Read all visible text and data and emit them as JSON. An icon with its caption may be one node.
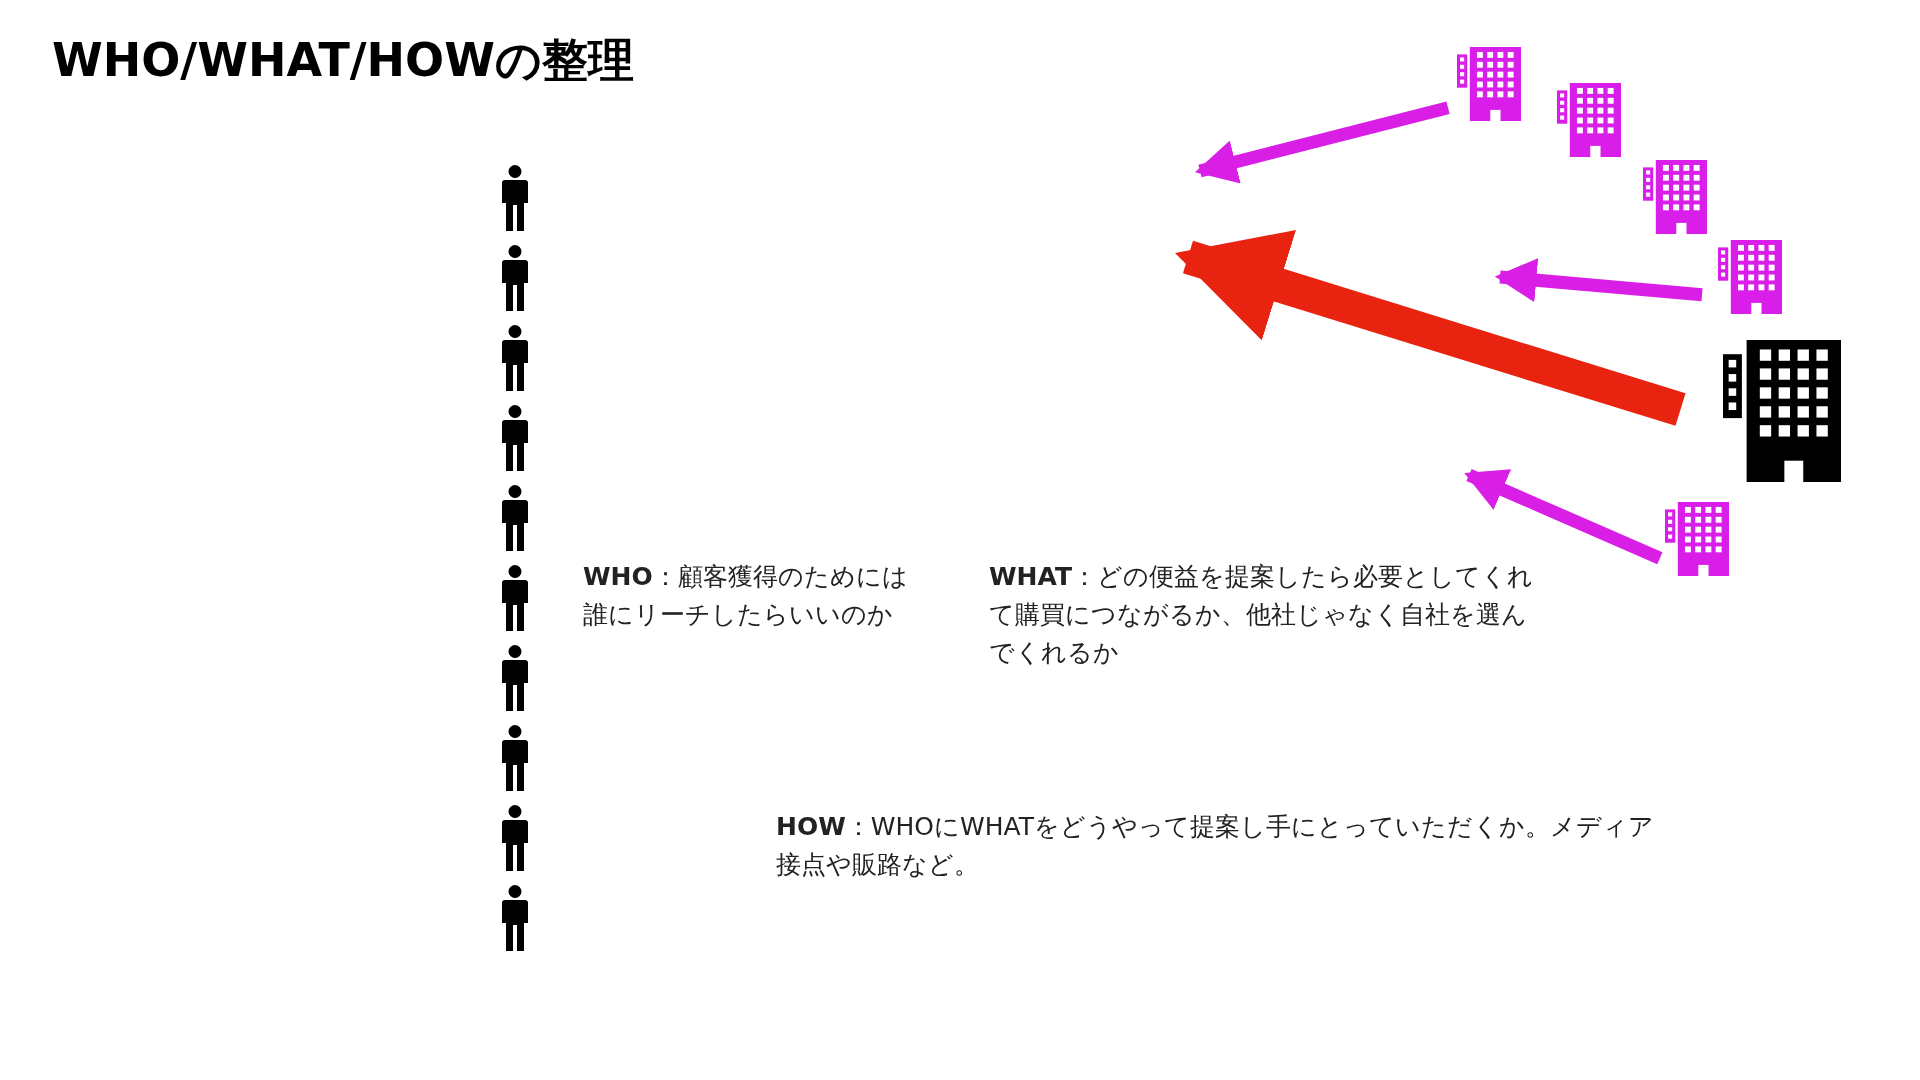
{
  "diagram": {
    "title": "WHO/WHAT/HOWの整理",
    "nodes": [
      {
        "text": [],
        "shape": "building"
      },
      {
        "text": [],
        "shape": "building"
      },
      {
        "text": [],
        "shape": "building"
      },
      {
        "text": [],
        "shape": "building"
      },
      {
        "text": [],
        "shape": "building"
      },
      {
        "text": [],
        "shape": "building"
      }
    ],
    "edges": [
      {
        "from": 0,
        "to": null,
        "arrow": "to"
      },
      {
        "from": 3,
        "to": null,
        "arrow": "to"
      },
      {
        "from": 4,
        "to": null,
        "arrow": "to",
        "style": "thick",
        "color": "#e8230f"
      },
      {
        "from": 5,
        "to": null,
        "arrow": "to"
      }
    ],
    "labels": [
      "**WHO**：顧客獲得のためには誰にリーチしたらいいのか",
      "**WHAT**：どの便益を提案したら必要としてくれて購買につながるか、他社じゃなく自社を選んでくれるか",
      "**HOW**：WHOにWHATをどうやって提案し手にとっていただくか。メディア接点や販路など。"
    ]
  }
}
